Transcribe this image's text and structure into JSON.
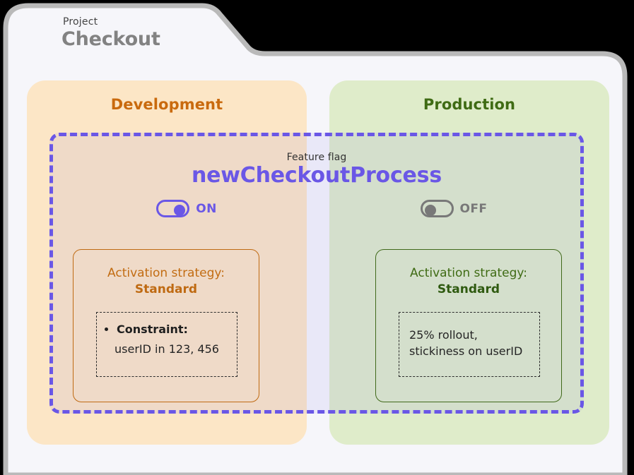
{
  "panel": {
    "label": "Project",
    "title": "Checkout"
  },
  "feature_flag": {
    "label": "Feature flag",
    "name": "newCheckoutProcess",
    "accent_color": "#6a57e6"
  },
  "environments": [
    {
      "name": "Development",
      "title_color": "#c96a0e",
      "card_color": "#fce6c6",
      "toggle": {
        "state": "on",
        "label": "ON",
        "color": "#6a57e6"
      },
      "strategy": {
        "heading": "Activation strategy:",
        "value": "Standard",
        "border_color": "#bf6a12",
        "detail_type": "constraint",
        "constraint_label": "Constraint:",
        "constraint_value": "userID in 123, 456"
      }
    },
    {
      "name": "Production",
      "title_color": "#3f6b14",
      "card_color": "#dfecca",
      "toggle": {
        "state": "off",
        "label": "OFF",
        "color": "#787878"
      },
      "strategy": {
        "heading": "Activation strategy:",
        "value": "Standard",
        "border_color": "#40691a",
        "detail_type": "rollout",
        "rollout_line_1": "25% rollout,",
        "rollout_line_2": "stickiness on userID"
      }
    }
  ]
}
